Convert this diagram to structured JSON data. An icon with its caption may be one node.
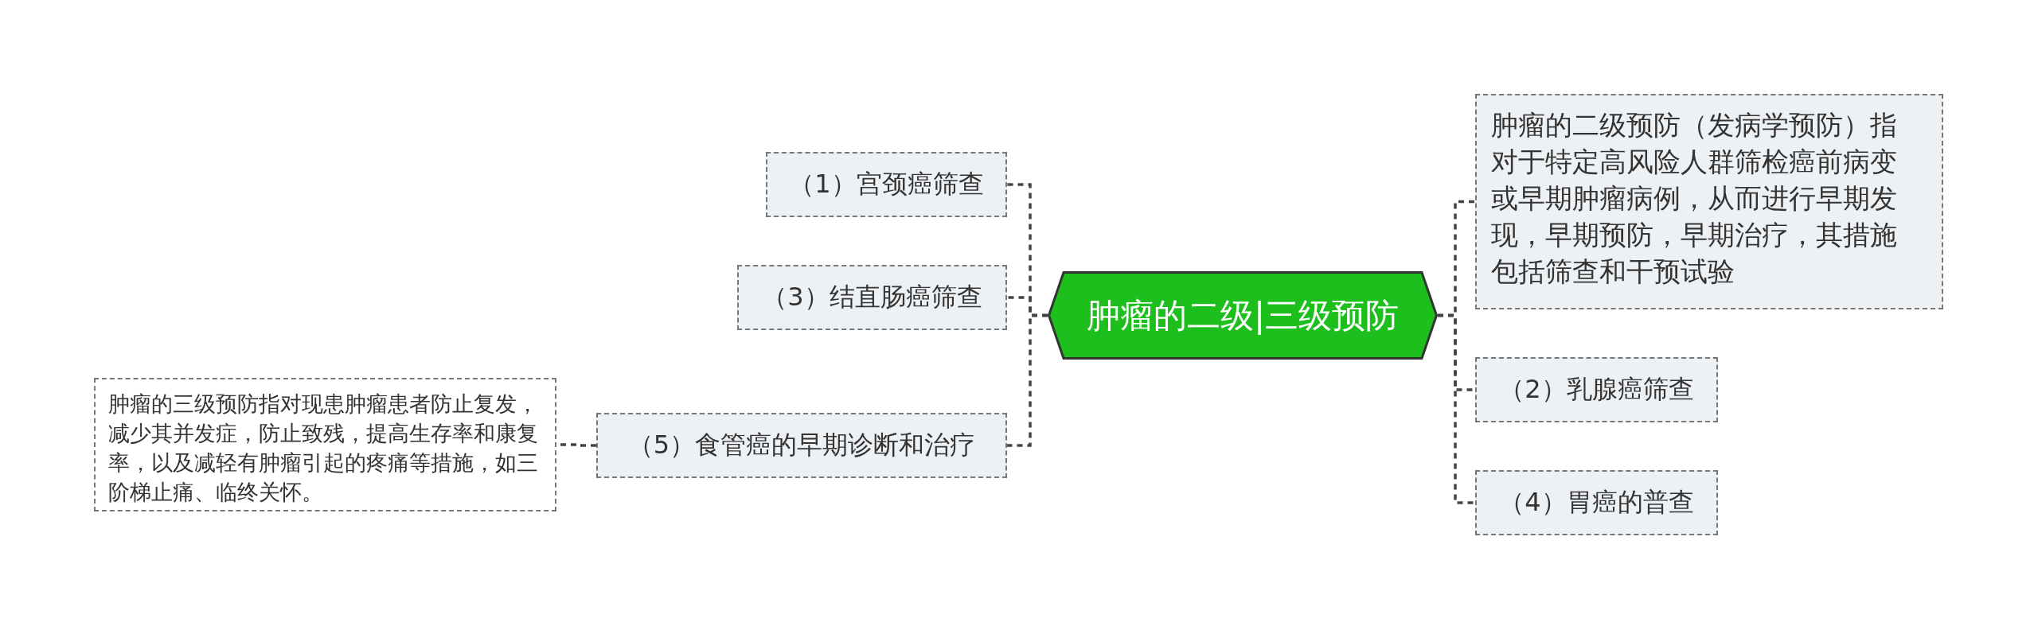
{
  "diagram": {
    "nodes": [
      {
        "text": [
          "肿瘤的二级|三级预防"
        ]
      },
      {
        "text": [
          "（1）宫颈癌筛查"
        ]
      },
      {
        "text": [
          "（3）结直肠癌筛查"
        ]
      },
      {
        "text": [
          "（5）食管癌的早期诊断和治疗"
        ]
      },
      {
        "text": [
          "肿瘤的三级预防指对现患肿瘤患者防止复发，减少其并发症，防止致残，提高生存率和康复率，以及减轻有肿瘤引起的疼痛等措施，如三阶梯止痛、临终关怀。"
        ]
      },
      {
        "text": [
          "肿瘤的二级预防（发病学预防）指对于特定高风险人群筛检癌前病变或早期肿瘤病例，从而进行早期发现，早期预防，早期治疗，其措施包括筛查和干预试验"
        ]
      },
      {
        "text": [
          "（2）乳腺癌筛查"
        ]
      },
      {
        "text": [
          "（4）胃癌的普查"
        ]
      }
    ],
    "edges": [
      {
        "from": 0,
        "to": 1,
        "arrow": "none",
        "style": "dashed"
      },
      {
        "from": 0,
        "to": 2,
        "arrow": "none",
        "style": "dashed"
      },
      {
        "from": 0,
        "to": 3,
        "arrow": "none",
        "style": "dashed"
      },
      {
        "from": 0,
        "to": 5,
        "arrow": "none",
        "style": "dashed"
      },
      {
        "from": 0,
        "to": 6,
        "arrow": "none",
        "style": "dashed"
      },
      {
        "from": 0,
        "to": 7,
        "arrow": "none",
        "style": "dashed"
      },
      {
        "from": 3,
        "to": 4,
        "arrow": "none",
        "style": "dashed"
      }
    ]
  }
}
